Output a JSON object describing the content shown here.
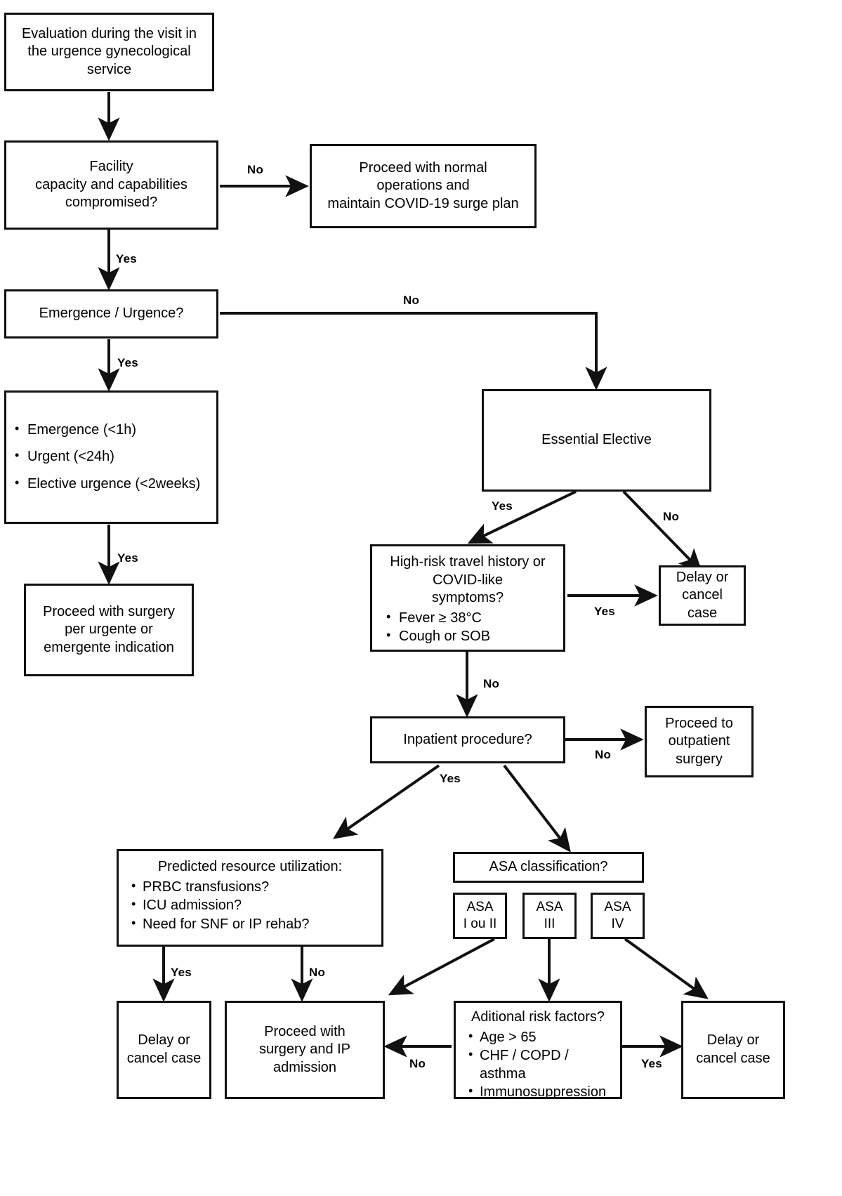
{
  "diagram": {
    "title": "Surgical triage flowchart for urgent gynecological service during COVID-19",
    "nodes": {
      "evaluation": "Evaluation during the visit in the urgence gynecological service",
      "facility": "Facility\ncapacity and capabilities compromised?",
      "facility_l1": "Facility",
      "facility_l2": "capacity and capabilities",
      "facility_l3": "compromised?",
      "normal_ops_l1": "Proceed with normal",
      "normal_ops_l2": "operations and",
      "normal_ops_l3": "maintain COVID-19 surge plan",
      "emergence_urgence": "Emergence / Urgence?",
      "acuity_items": [
        "Emergence (<1h)",
        "Urgent (<24h)",
        "Elective urgence (<2weeks)"
      ],
      "proceed_urgent_l1": "Proceed with surgery",
      "proceed_urgent_l2": "per urgente or",
      "proceed_urgent_l3": "emergente indication",
      "essential_elective": "Essential Elective",
      "covid_title_l1": "High-risk travel history or",
      "covid_title_l2": "COVID-like",
      "covid_title_l3": "symptoms?",
      "covid_items": [
        "Fever ≥ 38°C",
        "Cough or SOB"
      ],
      "delay_cancel_right_l1": "Delay or",
      "delay_cancel_right_l2": "cancel",
      "delay_cancel_right_l3": "case",
      "inpatient": "Inpatient procedure?",
      "outpatient_l1": "Proceed to",
      "outpatient_l2": "outpatient",
      "outpatient_l3": "surgery",
      "resource_title": "Predicted resource utilization:",
      "resource_items": [
        "PRBC transfusions?",
        "ICU admission?",
        "Need for SNF or IP rehab?"
      ],
      "asa_classification": "ASA classification?",
      "asa1_l1": "ASA",
      "asa1_l2": "I ou II",
      "asa2_l1": "ASA",
      "asa2_l2": "III",
      "asa3_l1": "ASA",
      "asa3_l2": "IV",
      "delay_cancel_bottom_left_l1": "Delay or",
      "delay_cancel_bottom_left_l2": "cancel case",
      "proceed_ip_l1": "Proceed with",
      "proceed_ip_l2": "surgery and IP",
      "proceed_ip_l3": "admission",
      "risk_title": "Aditional risk factors?",
      "risk_items": [
        "Age > 65",
        "CHF / COPD / asthma",
        "Immunosuppression"
      ],
      "delay_cancel_bottom_right_l1": "Delay or",
      "delay_cancel_bottom_right_l2": "cancel case"
    },
    "edge_labels": {
      "facility_no": "No",
      "facility_yes": "Yes",
      "emergence_no": "No",
      "emergence_yes": "Yes",
      "acuity_yes": "Yes",
      "elective_yes": "Yes",
      "elective_no": "No",
      "covid_yes": "Yes",
      "covid_no": "No",
      "inpatient_no": "No",
      "inpatient_yes": "Yes",
      "resource_yes": "Yes",
      "resource_no": "No",
      "risk_no": "No",
      "risk_yes": "Yes"
    },
    "colors": {
      "stroke": "#111111",
      "background": "#ffffff",
      "text": "#000000"
    }
  }
}
